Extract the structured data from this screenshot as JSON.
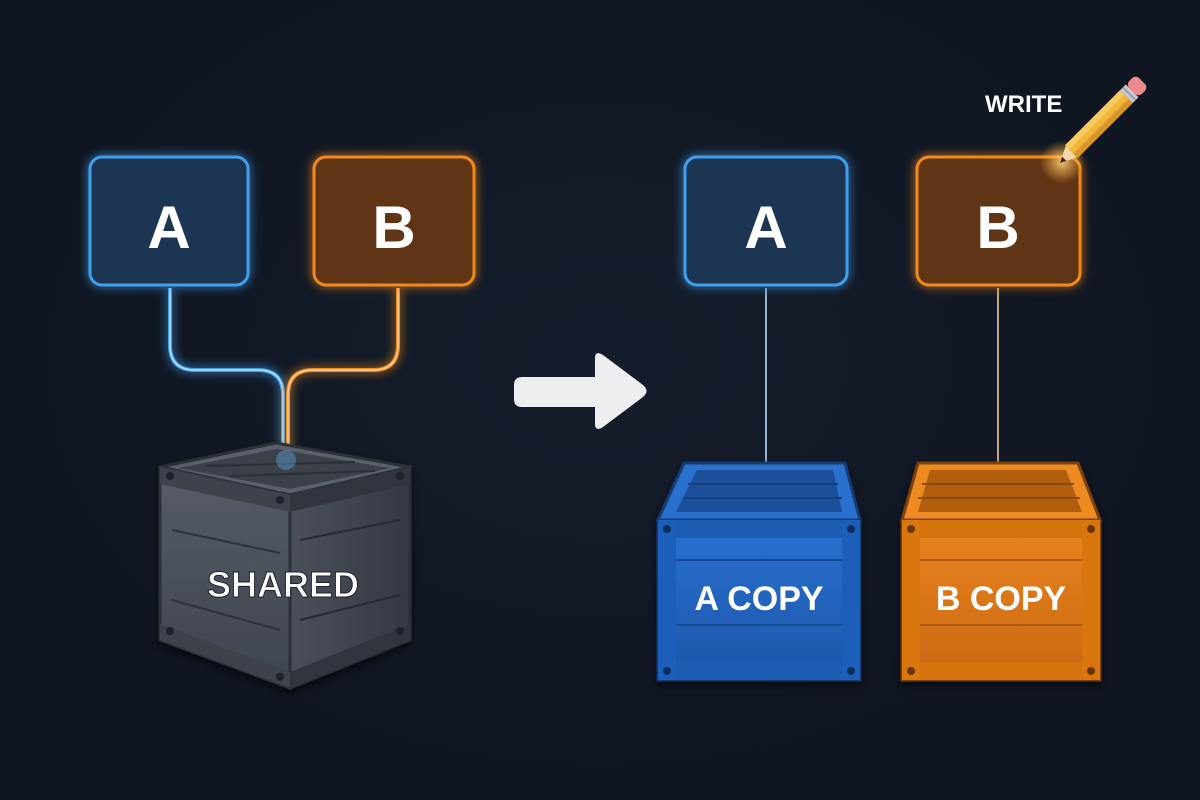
{
  "colors": {
    "background": "#0f1521",
    "a_accent": "#3fa0ee",
    "a_fill": "#1d3552",
    "b_accent": "#f08a1e",
    "b_fill": "#5e3413",
    "shared_crate": "#4a515c",
    "a_crate": "#2467c4",
    "b_crate": "#e07a14",
    "arrow": "#eceef0",
    "pencil": "#f4b63a"
  },
  "before": {
    "node_a": {
      "label": "A"
    },
    "node_b": {
      "label": "B"
    },
    "shared_crate": {
      "label": "SHARED"
    }
  },
  "transition": {
    "icon": "right-arrow-icon"
  },
  "after": {
    "node_a": {
      "label": "A"
    },
    "node_b": {
      "label": "B"
    },
    "a_crate": {
      "label": "A COPY"
    },
    "b_crate": {
      "label": "B COPY"
    },
    "write_label": "WRITE",
    "write_icon": "pencil-icon"
  }
}
